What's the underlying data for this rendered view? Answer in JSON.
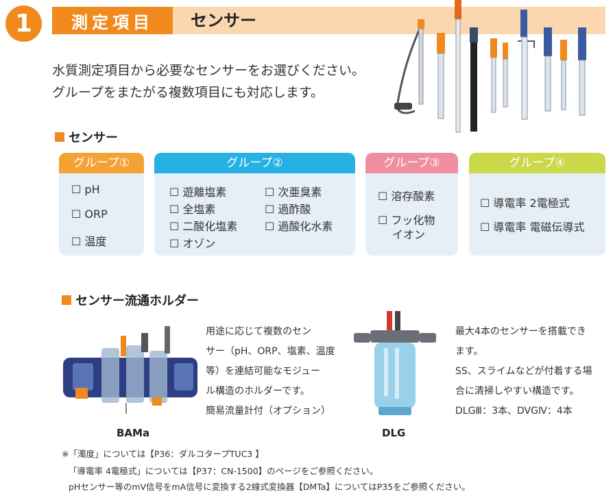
{
  "header": {
    "number": "1",
    "tag": "測定項目",
    "title": "センサー"
  },
  "intro": {
    "line1": "水質測定項目から必要なセンサーをお選びください。",
    "line2": "グループをまたがる複数項目にも対応します。"
  },
  "sensor_section": {
    "label": "センサー",
    "groups": [
      {
        "title": "グループ①",
        "color": "#f5a235",
        "items": [
          "☐ pH",
          "☐ ORP",
          "☐ 温度"
        ]
      },
      {
        "title": "グループ②",
        "color": "#26b0e4",
        "items": [
          "☐ 遊離塩素",
          "☐ 全塩素",
          "☐ 二酸化塩素",
          "☐ オゾン",
          "☐ 次亜臭素",
          "☐ 過酢酸",
          "☐ 過酸化水素"
        ]
      },
      {
        "title": "グループ③",
        "color": "#ee8ea0",
        "items": [
          "☐ 溶存酸素",
          "☐ フッ化物",
          "イオン"
        ]
      },
      {
        "title": "グループ④",
        "color": "#c9d94a",
        "items": [
          "☐ 導電率 2電極式",
          "☐ 導電率 電磁伝導式"
        ]
      }
    ]
  },
  "holder_section": {
    "label": "センサー流通ホルダー",
    "bama": {
      "caption": "BAMa",
      "lines": [
        "用途に応じて複数のセン",
        "サー（pH、ORP、塩素、温度",
        "等）を連結可能なモジュー",
        "ル構造のホルダーです。",
        "簡易流量計付（オプション）"
      ]
    },
    "dlg": {
      "caption": "DLG",
      "lines": [
        "最大4本のセンサーを搭載でき",
        "ます。",
        "SS、スライムなどが付着する場",
        "合に清掃しやすい構造です。",
        "DLGⅢ：3本、DVGⅣ：4本"
      ]
    }
  },
  "notes": [
    "※「濁度」については【P36：ダルコタープTUC3 】",
    "「導電率 4電極式」については【P37：CN-1500】のページをご参照ください。",
    "pHセンサー等のmV信号をmA信号に変換する2線式変換器【DMTa】についてはP35をご参照ください。"
  ]
}
